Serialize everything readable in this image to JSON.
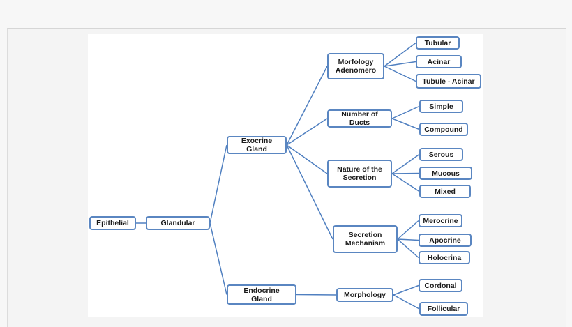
{
  "diagram": {
    "nodes": {
      "epithelial": "Epithelial",
      "glandular": "Glandular",
      "exocrine": "Exocrine\nGland",
      "endocrine": "Endocrine\nGland",
      "morfology_adenomero": "Morfology\nAdenomero",
      "number_of_ducts": "Number of\nDucts",
      "nature_of_secretion": "Nature of the\nSecretion",
      "secretion_mechanism": "Secretion\nMechanism",
      "morphology": "Morphology",
      "tubular": "Tubular",
      "acinar": "Acinar",
      "tubule_acinar": "Tubule - Acinar",
      "simple": "Simple",
      "compound": "Compound",
      "serous": "Serous",
      "mucous": "Mucous",
      "mixed": "Mixed",
      "merocrine": "Merocrine",
      "apocrine": "Apocrine",
      "holocrina": "Holocrina",
      "cordonal": "Cordonal",
      "follicular": "Follicular"
    },
    "edges": [
      [
        "epithelial",
        "glandular"
      ],
      [
        "glandular",
        "exocrine"
      ],
      [
        "glandular",
        "endocrine"
      ],
      [
        "exocrine",
        "morfology_adenomero"
      ],
      [
        "exocrine",
        "number_of_ducts"
      ],
      [
        "exocrine",
        "nature_of_secretion"
      ],
      [
        "exocrine",
        "secretion_mechanism"
      ],
      [
        "endocrine",
        "morphology"
      ],
      [
        "morfology_adenomero",
        "tubular"
      ],
      [
        "morfology_adenomero",
        "acinar"
      ],
      [
        "morfology_adenomero",
        "tubule_acinar"
      ],
      [
        "number_of_ducts",
        "simple"
      ],
      [
        "number_of_ducts",
        "compound"
      ],
      [
        "nature_of_secretion",
        "serous"
      ],
      [
        "nature_of_secretion",
        "mucous"
      ],
      [
        "nature_of_secretion",
        "mixed"
      ],
      [
        "secretion_mechanism",
        "merocrine"
      ],
      [
        "secretion_mechanism",
        "apocrine"
      ],
      [
        "secretion_mechanism",
        "holocrina"
      ],
      [
        "morphology",
        "cordonal"
      ],
      [
        "morphology",
        "follicular"
      ]
    ]
  }
}
